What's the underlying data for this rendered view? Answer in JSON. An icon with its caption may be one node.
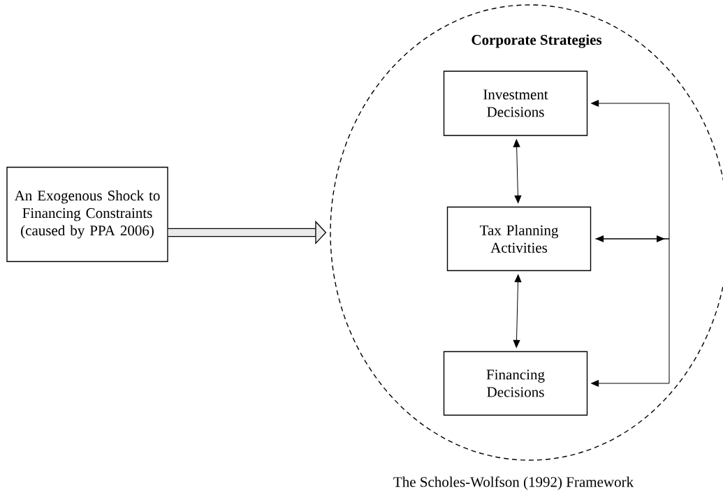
{
  "diagram": {
    "caption": "The Scholes-Wolfson (1992) Framework",
    "nodes": [
      {
        "text": [
          "An Exogenous Shock to Financing Constraints (caused by PPA 2006)"
        ]
      },
      {
        "text": [
          "Corporate Strategies"
        ]
      },
      {
        "text": [
          "Investment Decisions"
        ],
        "in": 1
      },
      {
        "text": [
          "Tax Planning Activities"
        ],
        "in": 1
      },
      {
        "text": [
          "Financing Decisions"
        ],
        "in": 1
      }
    ],
    "edges": [
      {
        "from": 0,
        "to": 1,
        "arrow": "to",
        "style": "thick"
      },
      {
        "from": 2,
        "to": 3,
        "arrow": "both"
      },
      {
        "from": 3,
        "to": 4,
        "arrow": "both"
      },
      {
        "from": 3,
        "to": 2,
        "arrow": "both"
      },
      {
        "from": 3,
        "to": 4,
        "arrow": "to"
      }
    ]
  }
}
